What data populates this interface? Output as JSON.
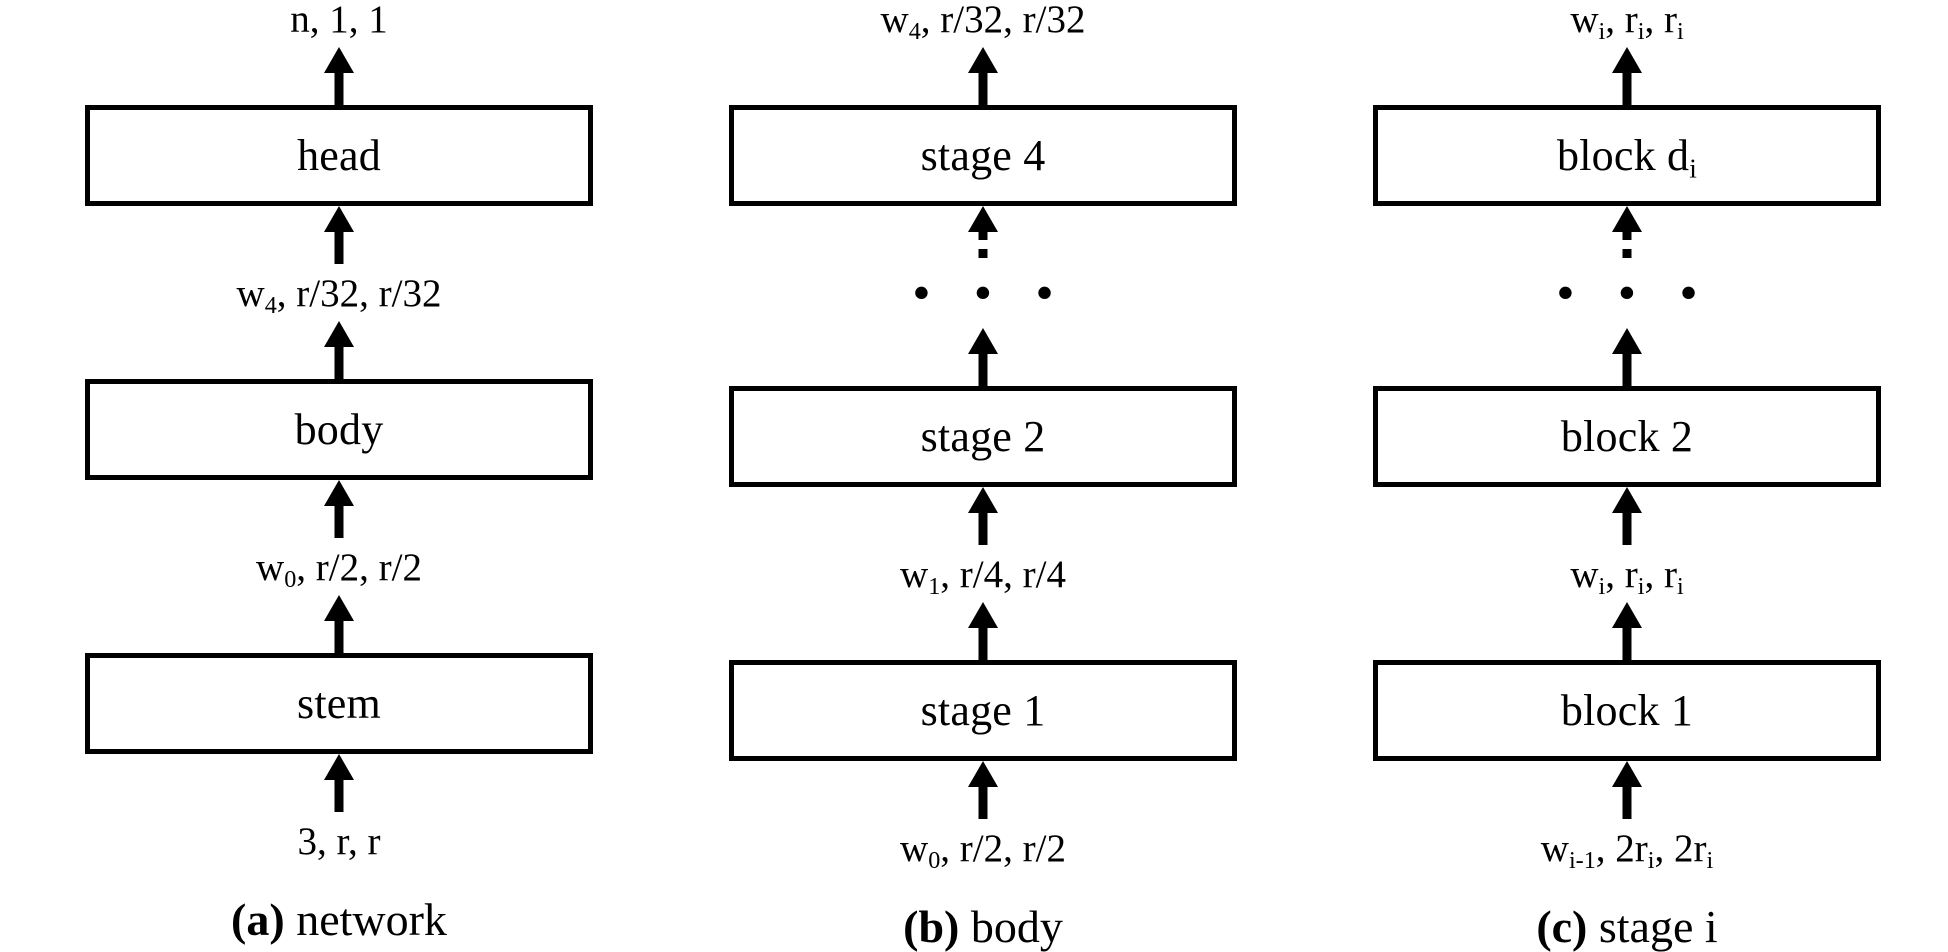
{
  "figure": {
    "type": "diagram",
    "description": "Three-panel block diagram of a convolutional network design space: network, body, and stage i",
    "background_color": "#ffffff",
    "stroke_color": "#000000"
  },
  "columns": [
    {
      "id": "network",
      "caption_tag": "(a)",
      "caption_text": " network",
      "items": [
        {
          "kind": "shape",
          "name": "output-shape",
          "text_html": "n, 1, 1"
        },
        {
          "kind": "arrow",
          "name": "arrow-head-out",
          "style": "solid"
        },
        {
          "kind": "box",
          "name": "head-box",
          "text_html": "head"
        },
        {
          "kind": "arrow",
          "name": "arrow-body-to-head",
          "style": "solid"
        },
        {
          "kind": "shape",
          "name": "body-output-shape",
          "text_html": "w<sub>4</sub>, r/32, r/32"
        },
        {
          "kind": "arrow",
          "name": "arrow-into-head",
          "style": "solid"
        },
        {
          "kind": "box",
          "name": "body-box",
          "text_html": "body"
        },
        {
          "kind": "arrow",
          "name": "arrow-stem-to-body",
          "style": "solid"
        },
        {
          "kind": "shape",
          "name": "stem-output-shape",
          "text_html": "w<sub>0</sub>, r/2, r/2"
        },
        {
          "kind": "arrow",
          "name": "arrow-into-body",
          "style": "solid"
        },
        {
          "kind": "box",
          "name": "stem-box",
          "text_html": "stem"
        },
        {
          "kind": "arrow",
          "name": "arrow-into-stem",
          "style": "solid"
        },
        {
          "kind": "shape",
          "name": "input-shape",
          "text_html": "3, r, r"
        }
      ]
    },
    {
      "id": "body",
      "caption_tag": "(b)",
      "caption_text": " body",
      "items": [
        {
          "kind": "shape",
          "name": "stage4-output-shape",
          "text_html": "w<sub>4</sub>, r/32, r/32"
        },
        {
          "kind": "arrow",
          "name": "arrow-stage4-out",
          "style": "solid"
        },
        {
          "kind": "box",
          "name": "stage-4-box",
          "text_html": "stage 4"
        },
        {
          "kind": "arrow",
          "name": "arrow-into-stage4",
          "style": "dashed"
        },
        {
          "kind": "ellipsis",
          "name": "stage-ellipsis",
          "text_html": "• • •"
        },
        {
          "kind": "arrow",
          "name": "arrow-stage2-out",
          "style": "solid"
        },
        {
          "kind": "box",
          "name": "stage-2-box",
          "text_html": "stage 2"
        },
        {
          "kind": "arrow",
          "name": "arrow-stage1-to-stage2",
          "style": "solid"
        },
        {
          "kind": "shape",
          "name": "stage1-output-shape",
          "text_html": "w<sub>1</sub>, r/4, r/4"
        },
        {
          "kind": "arrow",
          "name": "arrow-into-stage2",
          "style": "solid"
        },
        {
          "kind": "box",
          "name": "stage-1-box",
          "text_html": "stage 1"
        },
        {
          "kind": "arrow",
          "name": "arrow-into-stage1",
          "style": "solid"
        },
        {
          "kind": "shape",
          "name": "body-input-shape",
          "text_html": "w<sub>0</sub>, r/2, r/2"
        }
      ]
    },
    {
      "id": "stage-i",
      "caption_tag": "(c)",
      "caption_text": " stage i",
      "items": [
        {
          "kind": "shape",
          "name": "blockd-output-shape",
          "text_html": "w<sub>i</sub>, r<sub>i</sub>, r<sub>i</sub>"
        },
        {
          "kind": "arrow",
          "name": "arrow-blockd-out",
          "style": "solid"
        },
        {
          "kind": "box",
          "name": "block-d-box",
          "text_html": "block d<sub>i</sub>"
        },
        {
          "kind": "arrow",
          "name": "arrow-into-blockd",
          "style": "dashed"
        },
        {
          "kind": "ellipsis",
          "name": "block-ellipsis",
          "text_html": "• • •"
        },
        {
          "kind": "arrow",
          "name": "arrow-block2-out",
          "style": "solid"
        },
        {
          "kind": "box",
          "name": "block-2-box",
          "text_html": "block 2"
        },
        {
          "kind": "arrow",
          "name": "arrow-block1-to-block2",
          "style": "solid"
        },
        {
          "kind": "shape",
          "name": "block1-output-shape",
          "text_html": "w<sub>i</sub>, r<sub>i</sub>, r<sub>i</sub>"
        },
        {
          "kind": "arrow",
          "name": "arrow-into-block2",
          "style": "solid"
        },
        {
          "kind": "box",
          "name": "block-1-box",
          "text_html": "block 1"
        },
        {
          "kind": "arrow",
          "name": "arrow-into-block1",
          "style": "solid"
        },
        {
          "kind": "shape",
          "name": "stage-input-shape",
          "text_html": "w<sub>i-1</sub>, 2r<sub>i</sub>, 2r<sub>i</sub>"
        }
      ]
    }
  ]
}
